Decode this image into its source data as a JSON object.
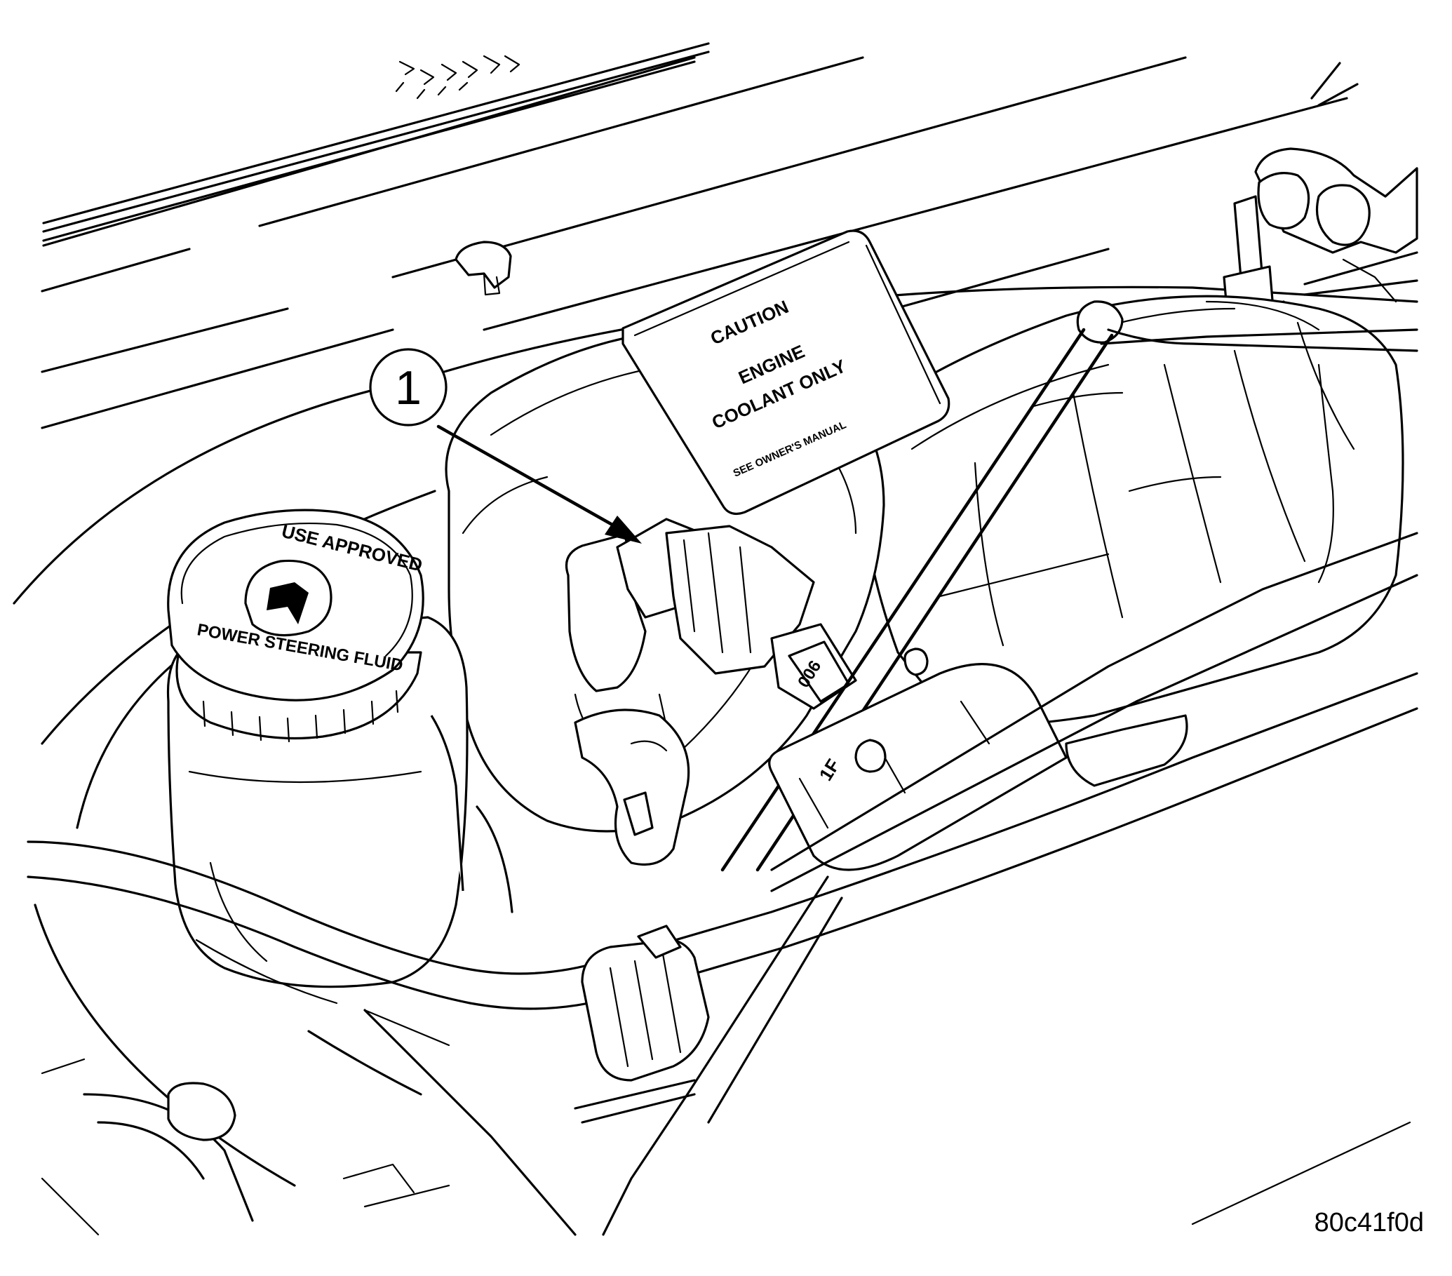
{
  "figure": {
    "id": "80c41f0d"
  },
  "callouts": [
    {
      "number": "1"
    }
  ],
  "labels": {
    "coolant_tank": {
      "line1": "CAUTION",
      "line2": "ENGINE",
      "line3": "COOLANT ONLY",
      "line4": "SEE OWNER'S MANUAL"
    },
    "fluid_cap": {
      "top": "USE APPROVED",
      "bottom": "POWER STEERING FLUID"
    },
    "connector_tag": "006",
    "hose_marking": "1F"
  }
}
